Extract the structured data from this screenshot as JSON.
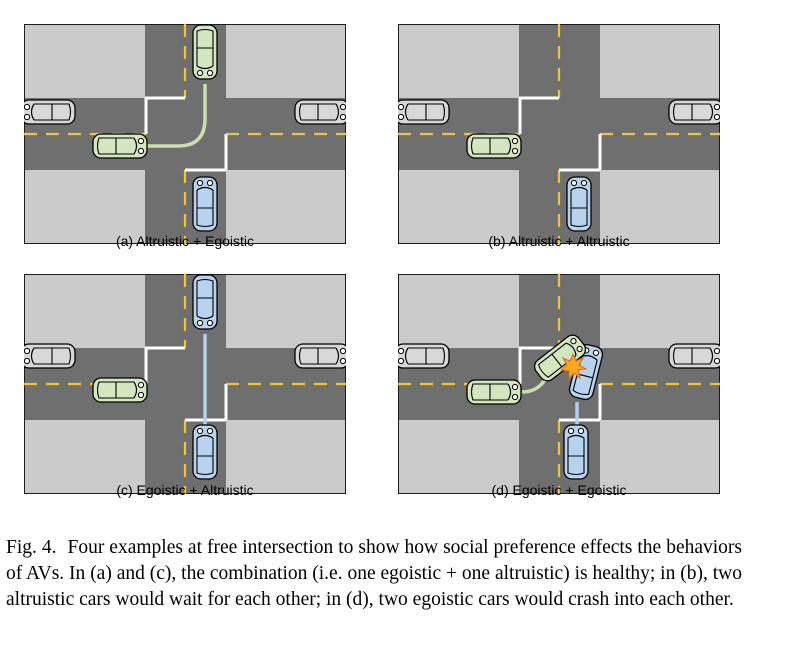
{
  "panels": [
    {
      "id": "a",
      "caption": "(a) Altruistic + Egoistic"
    },
    {
      "id": "b",
      "caption": "(b) Altruistic + Altruistic"
    },
    {
      "id": "c",
      "caption": "(c) Egoistic + Altruistic"
    },
    {
      "id": "d",
      "caption": "(d) Egoistic + Egoistic"
    }
  ],
  "caption": {
    "label": "Fig. 4.",
    "text": "Four examples at free intersection to show how social preference effects the behaviors of AVs. In (a) and (c), the combination (i.e. one egoistic + one altruistic) is healthy; in (b), two altruistic cars would wait for each other; in (d), two egoistic cars would crash into each other."
  },
  "colors": {
    "road": "#6f6f6f",
    "block": "#cbcbcb",
    "lane_mark": "#f2c23c",
    "stop_line": "#ffffff",
    "green_car": "#d4e6c0",
    "blue_car": "#b9d3ef",
    "gray_car": "#d8d8d8",
    "green_path": "#c9dfae",
    "blue_path": "#b7cfe9",
    "crash": "#f7a81e"
  }
}
